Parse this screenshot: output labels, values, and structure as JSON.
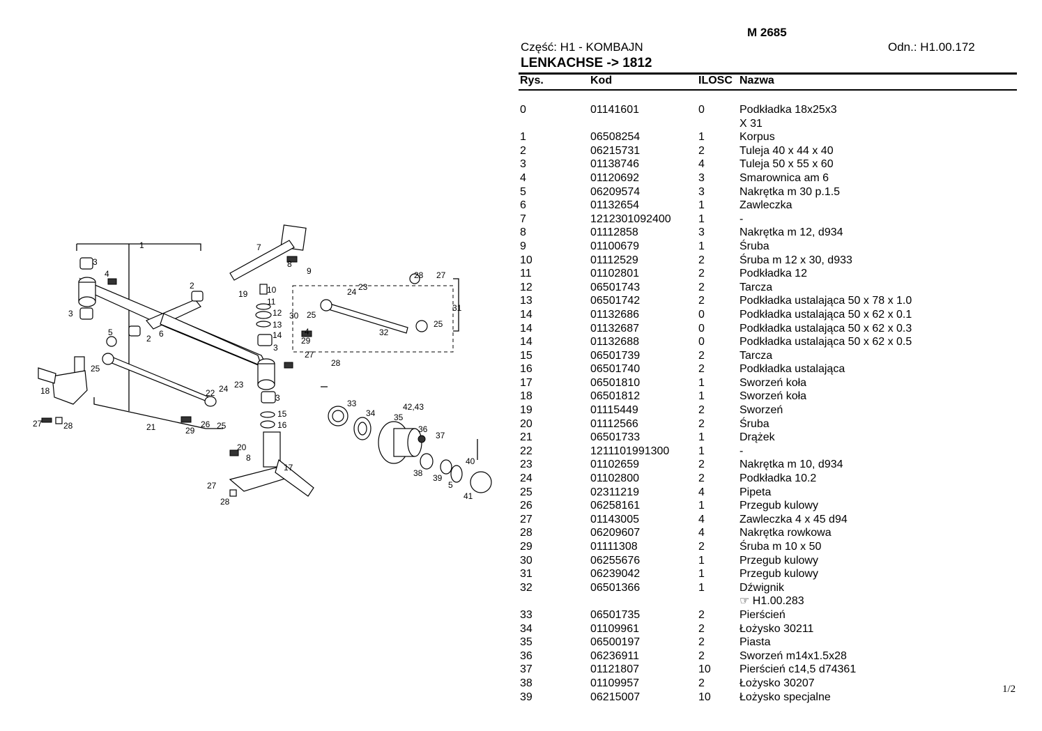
{
  "header": {
    "model": "M 2685",
    "part_label": "Część: H1 - KOMBAJN",
    "ref_label": "Odn.: H1.00.172",
    "title": "LENKACHSE -> 1812"
  },
  "columns": {
    "rys": "Rys.",
    "kod": "Kod",
    "ilosc": "ILOSC",
    "nazwa": "Nazwa"
  },
  "rows": [
    {
      "rys": "0",
      "kod": "01141601",
      "ilosc": "0",
      "nazwa": "Podkładka 18x25x3"
    },
    {
      "rys": "",
      "kod": "",
      "ilosc": "",
      "nazwa": "X 31"
    },
    {
      "rys": "1",
      "kod": "06508254",
      "ilosc": "1",
      "nazwa": "Korpus"
    },
    {
      "rys": "2",
      "kod": "06215731",
      "ilosc": "2",
      "nazwa": "Tuleja 40 x 44 x 40"
    },
    {
      "rys": "3",
      "kod": "01138746",
      "ilosc": "4",
      "nazwa": "Tuleja 50 x 55 x 60"
    },
    {
      "rys": "4",
      "kod": "01120692",
      "ilosc": "3",
      "nazwa": "Smarownica am 6"
    },
    {
      "rys": "5",
      "kod": "06209574",
      "ilosc": "3",
      "nazwa": "Nakrętka m 30 p.1.5"
    },
    {
      "rys": "6",
      "kod": "01132654",
      "ilosc": "1",
      "nazwa": "Zawleczka"
    },
    {
      "rys": "7",
      "kod": "1212301092400",
      "ilosc": "1",
      "nazwa": "-"
    },
    {
      "rys": "8",
      "kod": "01112858",
      "ilosc": "3",
      "nazwa": "Nakrętka m 12, d934"
    },
    {
      "rys": "9",
      "kod": "01100679",
      "ilosc": "1",
      "nazwa": "Śruba"
    },
    {
      "rys": "10",
      "kod": "01112529",
      "ilosc": "2",
      "nazwa": "Śruba m 12 x 30, d933"
    },
    {
      "rys": "11",
      "kod": "01102801",
      "ilosc": "2",
      "nazwa": "Podkładka 12"
    },
    {
      "rys": "12",
      "kod": "06501743",
      "ilosc": "2",
      "nazwa": "Tarcza"
    },
    {
      "rys": "13",
      "kod": "06501742",
      "ilosc": "2",
      "nazwa": "Podkładka ustalająca 50 x 78 x 1.0"
    },
    {
      "rys": "14",
      "kod": "01132686",
      "ilosc": "0",
      "nazwa": "Podkładka ustalająca 50 x 62 x 0.1"
    },
    {
      "rys": "14",
      "kod": "01132687",
      "ilosc": "0",
      "nazwa": "Podkładka ustalająca 50 x 62 x 0.3"
    },
    {
      "rys": "14",
      "kod": "01132688",
      "ilosc": "0",
      "nazwa": "Podkładka ustalająca 50 x 62 x 0.5"
    },
    {
      "rys": "15",
      "kod": "06501739",
      "ilosc": "2",
      "nazwa": "Tarcza"
    },
    {
      "rys": "16",
      "kod": "06501740",
      "ilosc": "2",
      "nazwa": "Podkładka ustalająca"
    },
    {
      "rys": "17",
      "kod": "06501810",
      "ilosc": "1",
      "nazwa": "Sworzeń koła"
    },
    {
      "rys": "18",
      "kod": "06501812",
      "ilosc": "1",
      "nazwa": "Sworzeń koła"
    },
    {
      "rys": "19",
      "kod": "01115449",
      "ilosc": "2",
      "nazwa": "Sworzeń"
    },
    {
      "rys": "20",
      "kod": "01112566",
      "ilosc": "2",
      "nazwa": "Śruba"
    },
    {
      "rys": "21",
      "kod": "06501733",
      "ilosc": "1",
      "nazwa": "Drążek"
    },
    {
      "rys": "22",
      "kod": "1211101991300",
      "ilosc": "1",
      "nazwa": "-"
    },
    {
      "rys": "23",
      "kod": "01102659",
      "ilosc": "2",
      "nazwa": "Nakrętka m 10, d934"
    },
    {
      "rys": "24",
      "kod": "01102800",
      "ilosc": "2",
      "nazwa": "Podkładka 10.2"
    },
    {
      "rys": "25",
      "kod": "02311219",
      "ilosc": "4",
      "nazwa": "Pipeta"
    },
    {
      "rys": "26",
      "kod": "06258161",
      "ilosc": "1",
      "nazwa": "Przegub kulowy"
    },
    {
      "rys": "27",
      "kod": "01143005",
      "ilosc": "4",
      "nazwa": "Zawleczka 4 x 45 d94"
    },
    {
      "rys": "28",
      "kod": "06209607",
      "ilosc": "4",
      "nazwa": "Nakrętka rowkowa"
    },
    {
      "rys": "29",
      "kod": "01111308",
      "ilosc": "2",
      "nazwa": "Śruba m 10 x 50"
    },
    {
      "rys": "30",
      "kod": "06255676",
      "ilosc": "1",
      "nazwa": "Przegub kulowy"
    },
    {
      "rys": "31",
      "kod": "06239042",
      "ilosc": "1",
      "nazwa": "Przegub kulowy"
    },
    {
      "rys": "32",
      "kod": "06501366",
      "ilosc": "1",
      "nazwa": "Dźwignik"
    },
    {
      "rys": "",
      "kod": "",
      "ilosc": "",
      "nazwa": "☞ H1.00.283"
    },
    {
      "rys": "33",
      "kod": "06501735",
      "ilosc": "2",
      "nazwa": "Pierścień"
    },
    {
      "rys": "34",
      "kod": "01109961",
      "ilosc": "2",
      "nazwa": "Łożysko 30211"
    },
    {
      "rys": "35",
      "kod": "06500197",
      "ilosc": "2",
      "nazwa": "Piasta"
    },
    {
      "rys": "36",
      "kod": "06236911",
      "ilosc": "2",
      "nazwa": "Sworzeń m14x1.5x28"
    },
    {
      "rys": "37",
      "kod": "01121807",
      "ilosc": "10",
      "nazwa": "Pierścień c14,5 d74361"
    },
    {
      "rys": "38",
      "kod": "01109957",
      "ilosc": "2",
      "nazwa": "Łożysko 30207"
    },
    {
      "rys": "39",
      "kod": "06215007",
      "ilosc": "10",
      "nazwa": "Łożysko specjalne"
    }
  ],
  "page_number": "1/2",
  "diagram": {
    "callouts": [
      "1",
      "2",
      "3",
      "4",
      "5",
      "6",
      "7",
      "8",
      "9",
      "10",
      "11",
      "12",
      "13",
      "14",
      "15",
      "16",
      "17",
      "18",
      "19",
      "20",
      "21",
      "22",
      "23",
      "24",
      "25",
      "26",
      "27",
      "28",
      "29",
      "30",
      "31",
      "32",
      "33",
      "34",
      "35",
      "36",
      "37",
      "38",
      "39",
      "40",
      "41",
      "42,43"
    ]
  }
}
